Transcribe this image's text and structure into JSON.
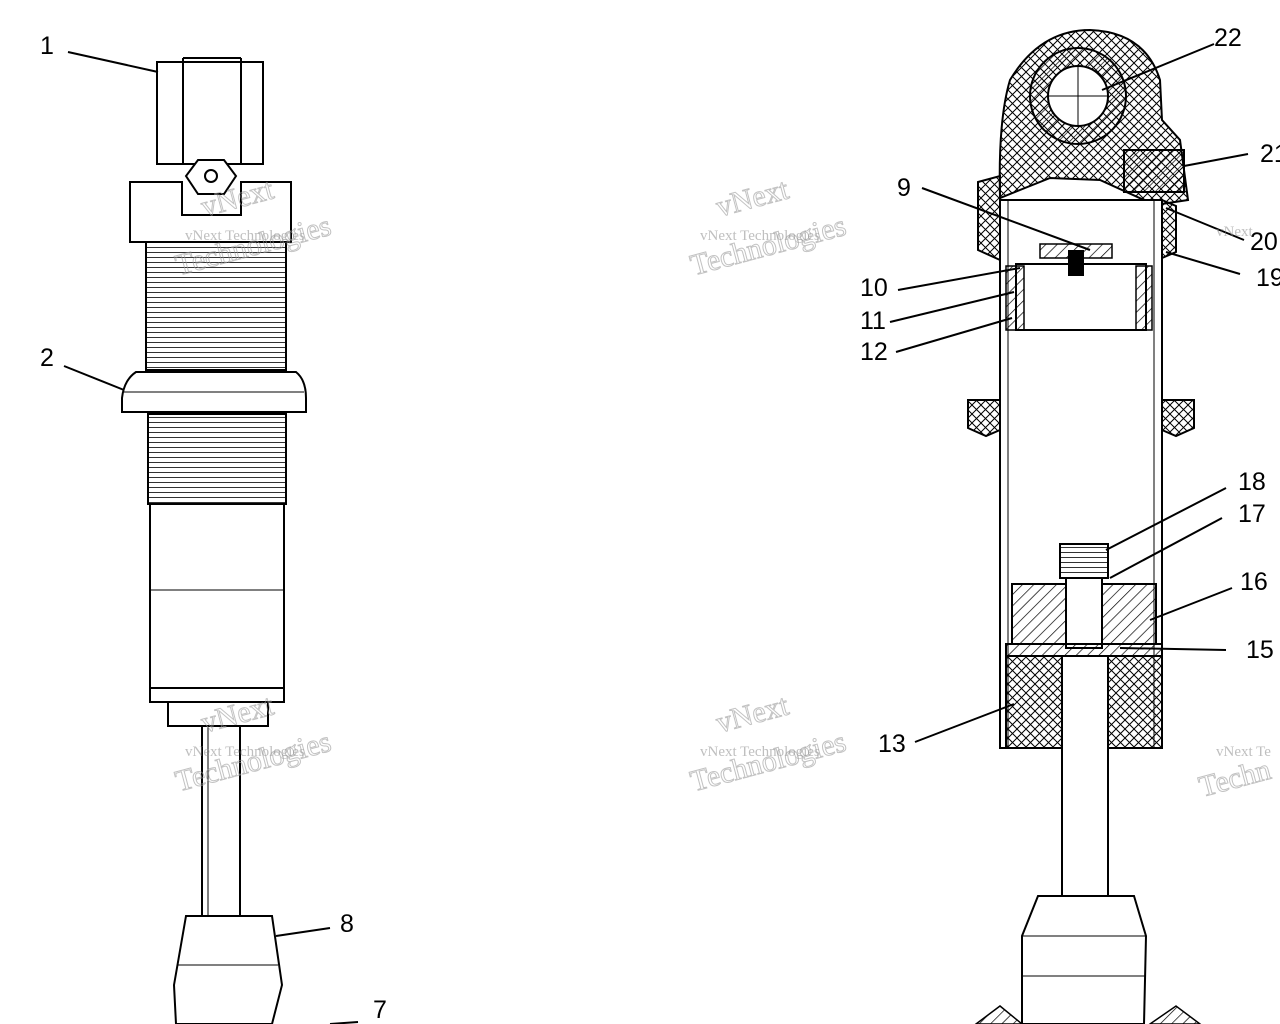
{
  "labels": {
    "l1": "1",
    "l2": "2",
    "l7": "7",
    "l8": "8",
    "l9": "9",
    "l10": "10",
    "l11": "11",
    "l12": "12",
    "l13": "13",
    "l15": "15",
    "l16": "16",
    "l17": "17",
    "l18": "18",
    "l19": "19",
    "l20": "20",
    "l21": "21",
    "l22": "22"
  },
  "watermark": {
    "line1": "vNext",
    "line2": "vNext Technologies",
    "line3": "Technologies",
    "partial_line2": "vNext Te",
    "partial_line3": "Techn",
    "partial_small": "vNext"
  },
  "colors": {
    "ink": "#000000",
    "watermark": "#9a9a9a",
    "background": "#ffffff"
  }
}
